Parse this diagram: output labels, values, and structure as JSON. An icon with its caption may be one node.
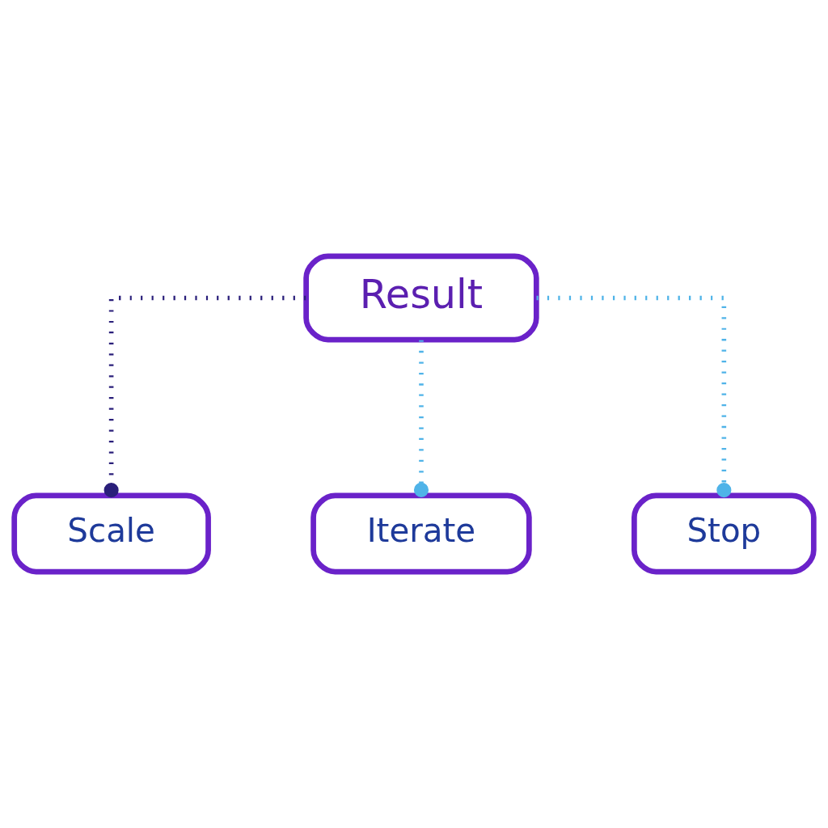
{
  "diagram": {
    "nodes": [
      {
        "text": [
          "Result"
        ]
      },
      {
        "text": [
          "Scale"
        ]
      },
      {
        "text": [
          "Iterate"
        ]
      },
      {
        "text": [
          "Stop"
        ]
      }
    ],
    "edges": [
      {
        "from": 0,
        "to": 1,
        "arrow": "other",
        "style": "dashed",
        "color": "#2a1f7a"
      },
      {
        "from": 0,
        "to": 2,
        "arrow": "other",
        "style": "dashed"
      },
      {
        "from": 0,
        "to": 3,
        "arrow": "other",
        "style": "dashed"
      }
    ]
  }
}
